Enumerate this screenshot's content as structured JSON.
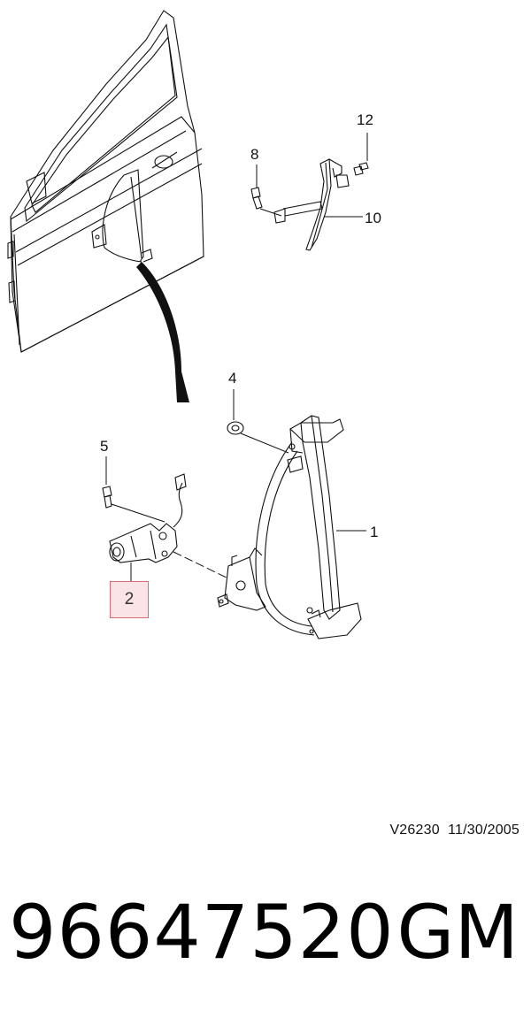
{
  "callouts": {
    "c1": "1",
    "c2": "2",
    "c4": "4",
    "c5": "5",
    "c8": "8",
    "c10": "10",
    "c12": "12"
  },
  "drawing_ref": {
    "code": "V26230",
    "date": "11/30/2005"
  },
  "footer": {
    "part_number": "96647520",
    "brand": "GM"
  },
  "colors": {
    "highlight_fill": "#fbe4e8",
    "highlight_border": "#d96a78",
    "line": "#111111"
  }
}
